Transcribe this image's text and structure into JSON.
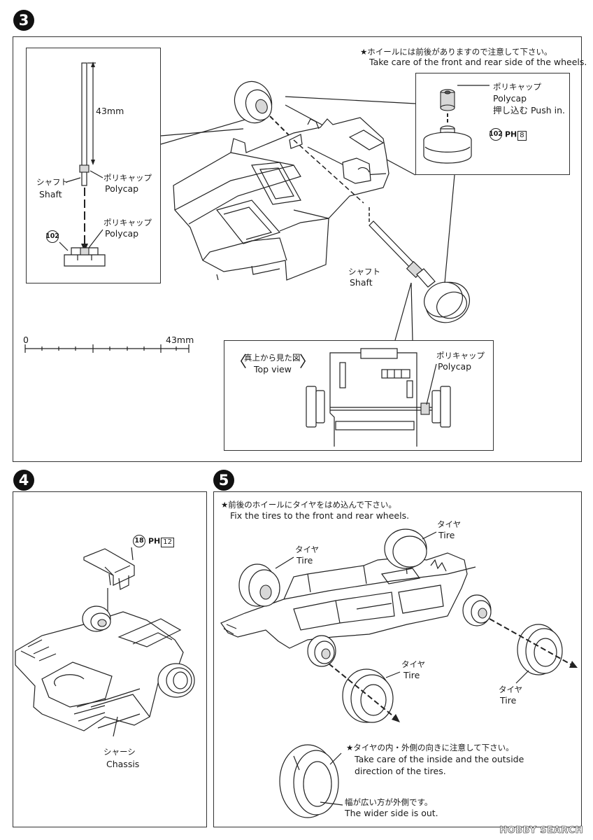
{
  "step3": {
    "badge": "3",
    "note_jp": "★ホイールには前後がありますので注意して下さい。",
    "note_en": "Take care of the front and rear side of the wheels.",
    "shaft_length": "43mm",
    "shaft_jp": "シャフト",
    "shaft_en": "Shaft",
    "polycap_jp": "ポリキャップ",
    "polycap_en": "Polycap",
    "polycap2_jp": "ポリキャップ",
    "polycap2_en": "Polycap",
    "part_102": "102",
    "part_102b": "102",
    "detail_polycap_jp": "ポリキャップ",
    "detail_polycap_en": "Polycap",
    "push_in": "押し込む Push in.",
    "ph_label": "PH",
    "ph_page": "8",
    "main_shaft_jp": "シャフト",
    "main_shaft_en": "Shaft",
    "scale_zero": "0",
    "scale_max": "43mm",
    "top_view_jp": "真上から見た図",
    "top_view_en": "Top view",
    "top_polycap_jp": "ポリキャップ",
    "top_polycap_en": "Polycap"
  },
  "step4": {
    "badge": "4",
    "part_18": "18",
    "ph_label": "PH",
    "ph_page": "12",
    "chassis_jp": "シャーシ",
    "chassis_en": "Chassis"
  },
  "step5": {
    "badge": "5",
    "note_jp": "★前後のホイールにタイヤをはめ込んで下さい。",
    "note_en": "Fix the tires to the front and rear wheels.",
    "tire_jp": "タイヤ",
    "tire_en": "Tire",
    "tip_jp": "★タイヤの内・外側の向きに注意して下さい。",
    "tip_en_1": "Take care of the inside and the outside",
    "tip_en_2": "direction of the tires.",
    "wide_jp": "幅が広い方が外側です。",
    "wide_en": "The wider side is out."
  },
  "watermark": "HOBBY SEARCH",
  "icon_names": [
    "step-number-icon",
    "part-number-icon",
    "wheel-icon",
    "tire-icon",
    "shaft-icon",
    "polycap-icon",
    "chassis-icon",
    "arrow-icon",
    "scale-ruler-icon"
  ]
}
